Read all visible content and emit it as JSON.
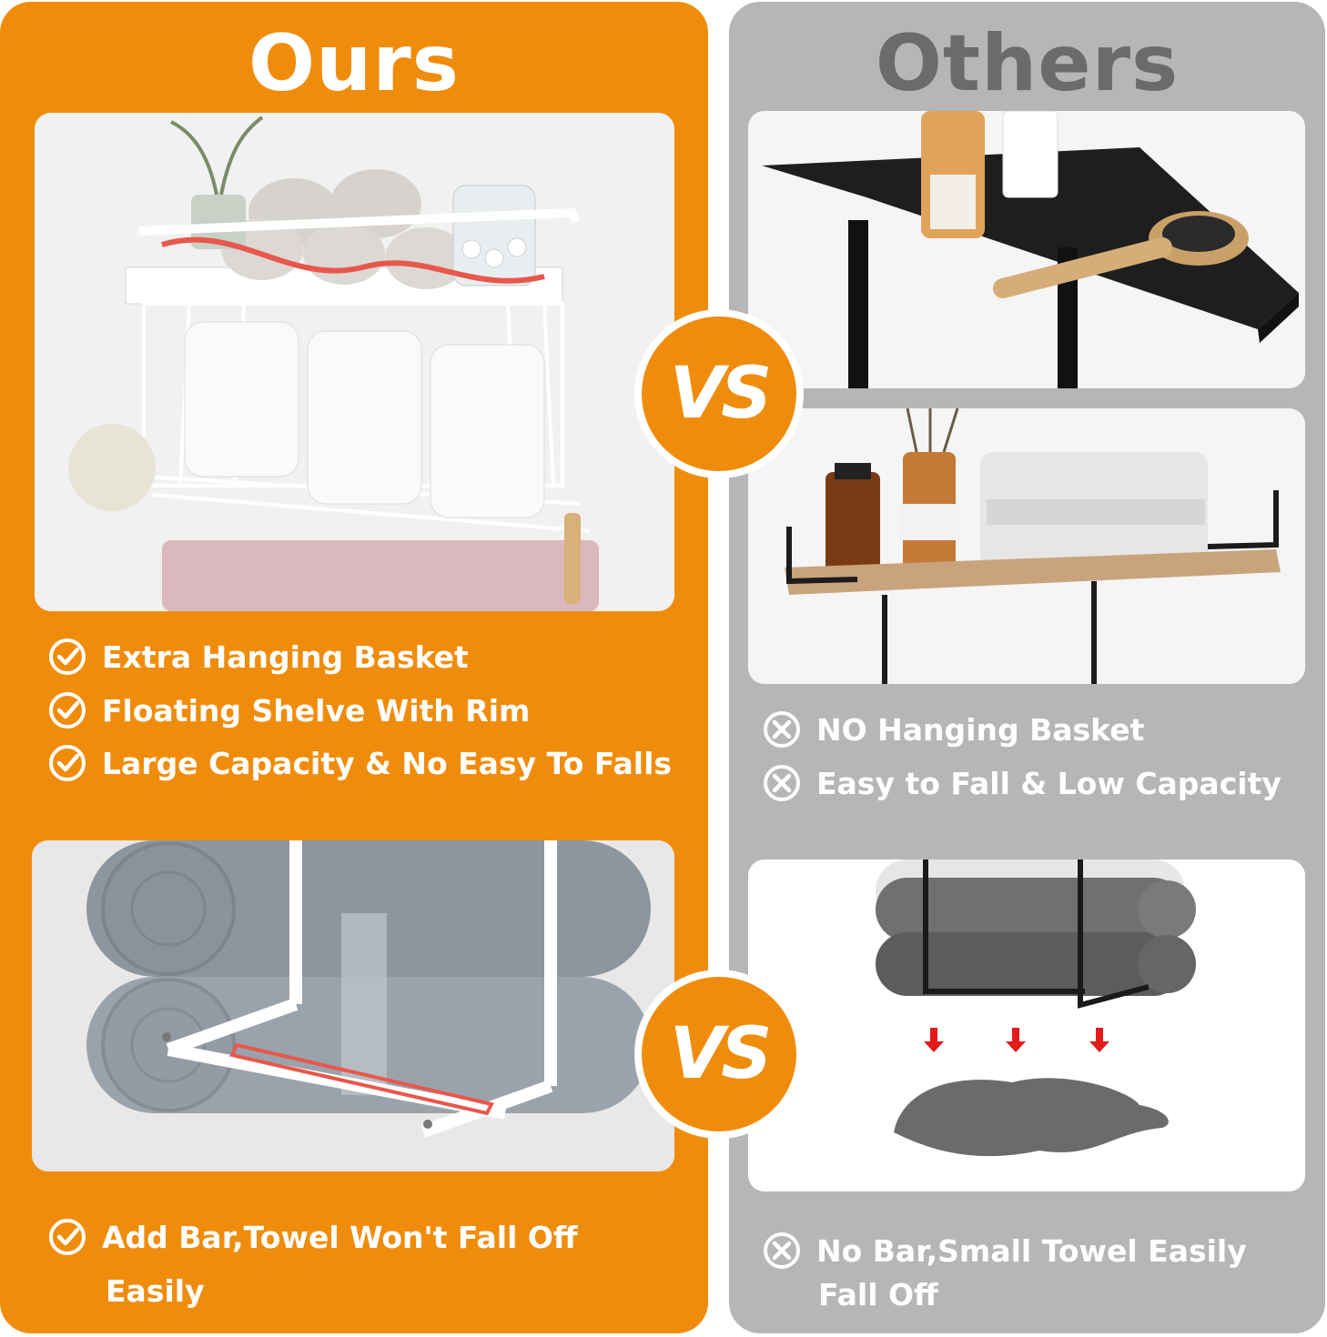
{
  "ours": {
    "title": "Ours",
    "features_top": [
      "Extra Hanging Basket",
      "Floating Shelve With Rim",
      "Large Capacity & No Easy To Falls"
    ],
    "feature_bottom_line1": "Add Bar,Towel Won't Fall Off",
    "feature_bottom_line2": "Easily"
  },
  "others": {
    "title": "Others",
    "features_top": [
      "NO Hanging Basket",
      "Easy to Fall & Low Capacity"
    ],
    "feature_bottom_line1": "No Bar,Small Towel Easily",
    "feature_bottom_line2": "Fall Off"
  },
  "vs_label": "VS",
  "colors": {
    "orange": "#f08c0c",
    "gray": "#b6b6b6",
    "title_gray": "#6b6b6b",
    "white": "#ffffff"
  },
  "icons": {
    "check": "check-circle-icon",
    "cross": "x-circle-icon"
  }
}
